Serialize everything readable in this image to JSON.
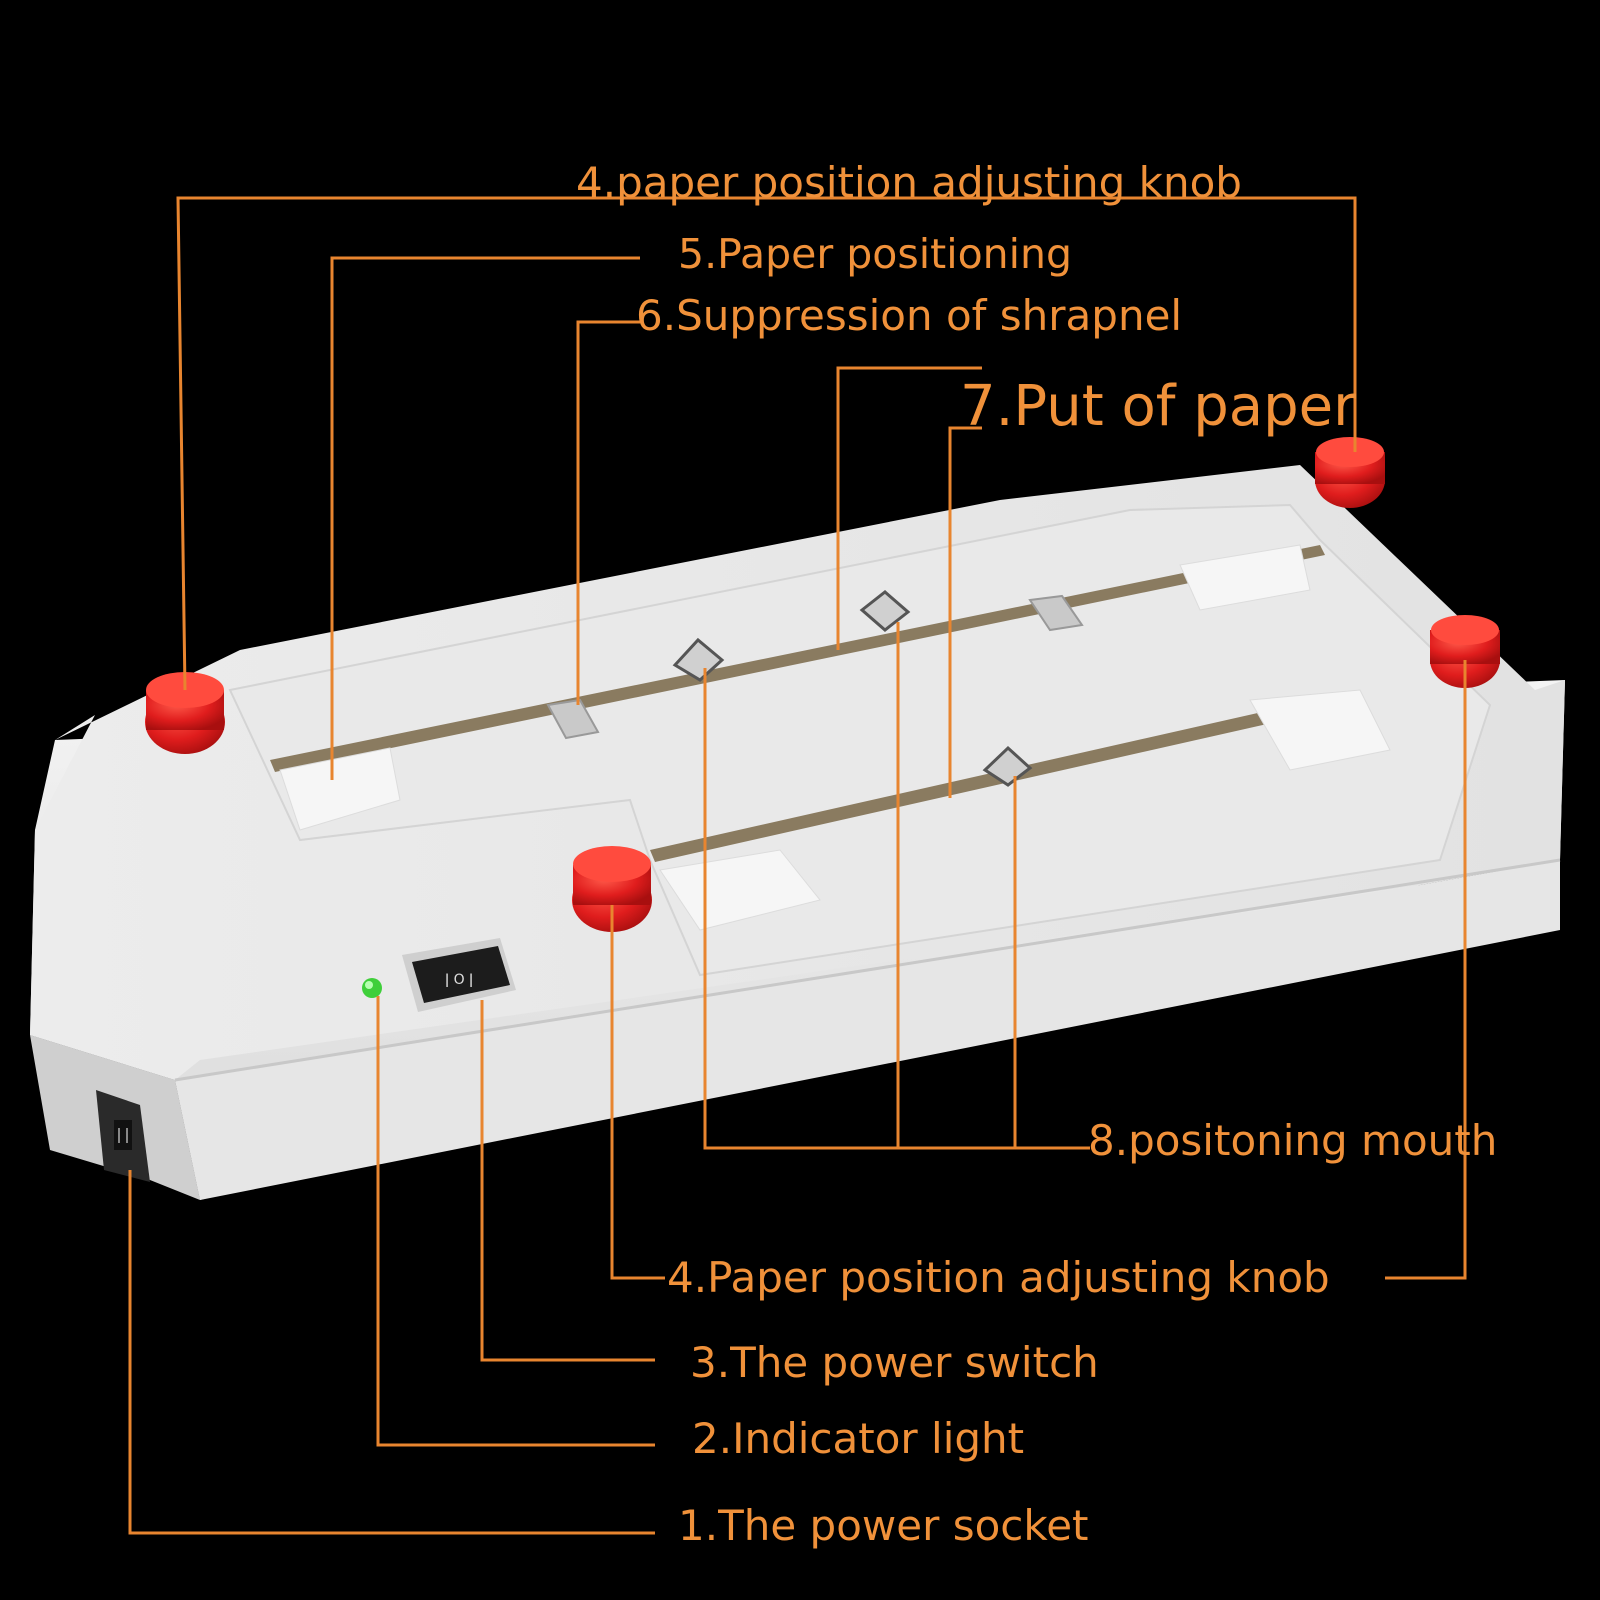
{
  "labels": {
    "knob_top": "4.paper position adjusting knob",
    "positioning": "5.Paper positioning",
    "shrapnel": "6.Suppression of shrapnel",
    "put_paper": "7.Put of paper",
    "mouth": "8.positoning mouth",
    "knob_bottom": "4.Paper position adjusting knob",
    "switch": "3.The power switch",
    "indicator": "2.Indicator light",
    "socket": "1.The power socket",
    "switch_symbols": "ǀ O ǀ"
  },
  "colors": {
    "background": "#000000",
    "label": "#f0913a",
    "leader": "#e8852f",
    "device_body": "#f1f1f1",
    "knob": "#e01d1d",
    "indicator_led": "#3fcf3a",
    "rocker_switch": "#1c1c1c"
  }
}
